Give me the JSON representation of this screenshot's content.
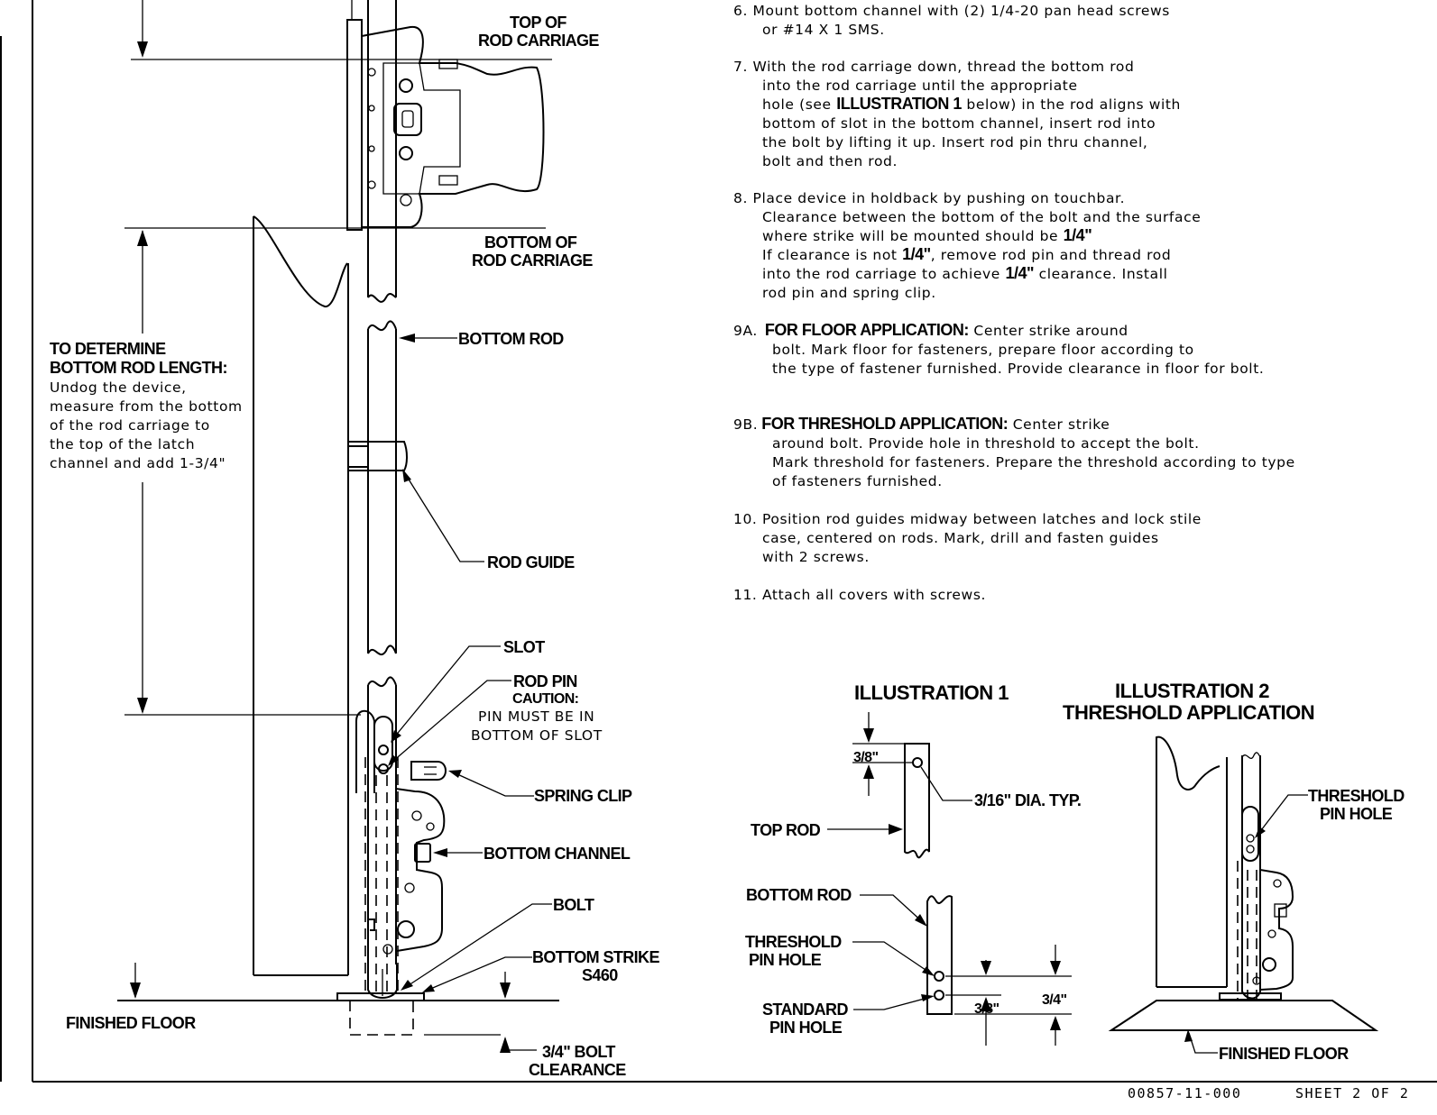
{
  "labels": {
    "top_of_rod_carriage": [
      "TOP OF",
      "ROD CARRIAGE"
    ],
    "bottom_of_rod_carriage": [
      "BOTTOM OF",
      "ROD CARRIAGE"
    ],
    "bottom_rod": "BOTTOM ROD",
    "rod_guide": "ROD GUIDE",
    "slot": "SLOT",
    "rod_pin": "ROD PIN",
    "caution": "CAUTION:",
    "caution_text": [
      "PIN MUST BE IN",
      "BOTTOM OF SLOT"
    ],
    "spring_clip": "SPRING CLIP",
    "bottom_channel": "BOTTOM CHANNEL",
    "bolt": "BOLT",
    "bottom_strike": [
      "BOTTOM STRIKE",
      "S460"
    ],
    "finished_floor": "FINISHED FLOOR",
    "bolt_clearance": [
      "3/4\" BOLT",
      "CLEARANCE"
    ]
  },
  "determine": {
    "heading": [
      "TO DETERMINE",
      "BOTTOM ROD LENGTH:"
    ],
    "body": [
      "Undog the device,",
      "measure from the bottom",
      "of the rod carriage to",
      "the top of the latch",
      "channel and add 1-3/4\""
    ]
  },
  "steps": {
    "s6": [
      "6.  Mount bottom channel with (2) 1/4-20 pan head screws",
      "or #14 X 1 SMS."
    ],
    "s7": {
      "lines": [
        "7.  With the rod carriage down, thread the  bottom rod",
        "into the rod carriage until the appropriate"
      ],
      "l3_pre": "hole (see ",
      "l3_bold": "ILLUSTRATION 1",
      "l3_post": " below) in the rod aligns with",
      "rest": [
        "bottom of slot in the bottom channel, insert rod into",
        "the bolt by lifting it up. Insert rod pin thru channel,",
        "bolt and then rod."
      ]
    },
    "s8": {
      "l1": "8.  Place device in holdback by pushing on touchbar.",
      "l2": "Clearance between the bottom of the bolt and the surface",
      "l3": "where strike will be mounted should be ",
      "b1": "1/4\"",
      "l4a": "If clearance is not ",
      "l4b": ", remove rod pin and thread rod",
      "l5a": "into the rod carriage to achieve ",
      "l5b": " clearance.  Install",
      "l6": "rod pin and spring clip."
    },
    "s9a": {
      "num": "9A.",
      "bold": "FOR FLOOR APPLICATION:",
      "l1": " Center strike around",
      "rest": [
        "bolt. Mark floor for fasteners, prepare floor according to",
        "the type of fastener furnished. Provide clearance in floor for bolt."
      ]
    },
    "s9b": {
      "num": "9B.",
      "bold": "FOR THRESHOLD APPLICATION:",
      "l1": " Center strike",
      "rest": [
        "around bolt.  Provide hole in threshold to accept the bolt.",
        "Mark threshold for fasteners. Prepare the threshold according to type",
        "of fasteners furnished."
      ]
    },
    "s10": [
      "10.  Position rod guides midway between latches and lock stile",
      "case,  centered on rods. Mark, drill and fasten guides",
      "with 2 screws."
    ],
    "s11": "11.  Attach all covers with screws."
  },
  "illus1": {
    "title": "ILLUSTRATION 1",
    "dim_top": "3/8\"",
    "dia": "3/16\" DIA. TYP.",
    "top_rod": "TOP ROD",
    "bottom_rod": "BOTTOM ROD",
    "threshold_pin_hole": [
      "THRESHOLD",
      "PIN HOLE"
    ],
    "standard_pin_hole": [
      "STANDARD",
      "PIN HOLE"
    ],
    "dim_38": "3/8\"",
    "dim_34": "3/4\""
  },
  "illus2": {
    "title": [
      "ILLUSTRATION 2",
      "THRESHOLD APPLICATION"
    ],
    "threshold_pin_hole": [
      "THRESHOLD",
      "PIN HOLE"
    ],
    "finished_floor": "FINISHED FLOOR"
  },
  "footer": {
    "drawing_no": "00857-11-000",
    "sheet": "SHEET 2 OF 2"
  }
}
